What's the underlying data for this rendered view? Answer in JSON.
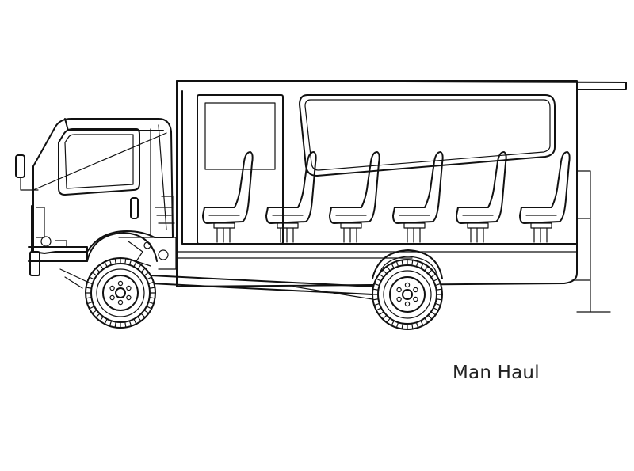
{
  "caption": "Man Haul",
  "colors": {
    "line": "#111111",
    "background": "#ffffff"
  },
  "seat_count": 6,
  "wheel_count": 2
}
